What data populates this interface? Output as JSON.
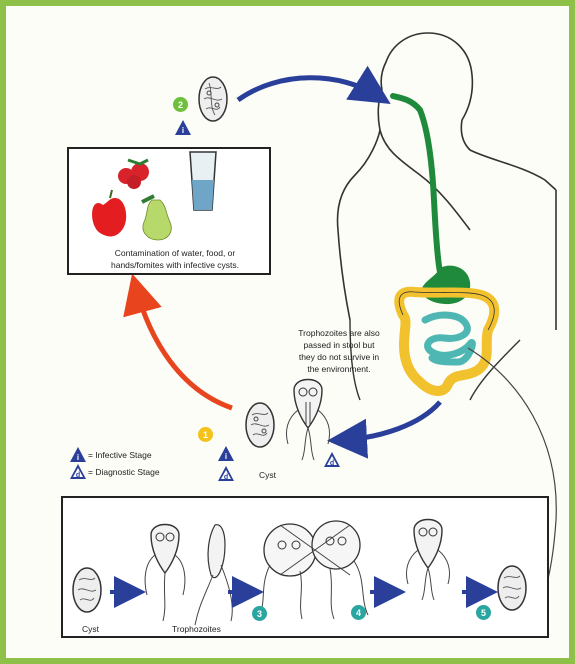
{
  "contamination": {
    "line1": "Contamination of water, food, or",
    "line2": "hands/fomites with infective cysts."
  },
  "note": {
    "line1": "Trophozoites are also",
    "line2": "passed in stool but",
    "line3": "they do not survive in",
    "line4": "the environment."
  },
  "legend": {
    "infective": "= Infective Stage",
    "diagnostic": "= Diagnostic Stage",
    "infective_mark": "i",
    "diagnostic_mark": "d"
  },
  "labels": {
    "cyst_mid": "Cyst",
    "cyst_bottom": "Cyst",
    "trophozoites": "Trophozoites"
  },
  "steps": {
    "s1": "1",
    "s2": "2",
    "s3": "3",
    "s4": "4",
    "s5": "5"
  },
  "colors": {
    "frame": "#8fc14a",
    "blue_arrow": "#2a3f9a",
    "red_arrow": "#e8451f",
    "digestive_green": "#1f8a3c",
    "intestine_yellow": "#f2c12e",
    "small_intestine_teal": "#4fb7b3",
    "step_green": "#6fbf3e",
    "step_yellow": "#f4c21a",
    "step_teal": "#2aa6a0"
  }
}
